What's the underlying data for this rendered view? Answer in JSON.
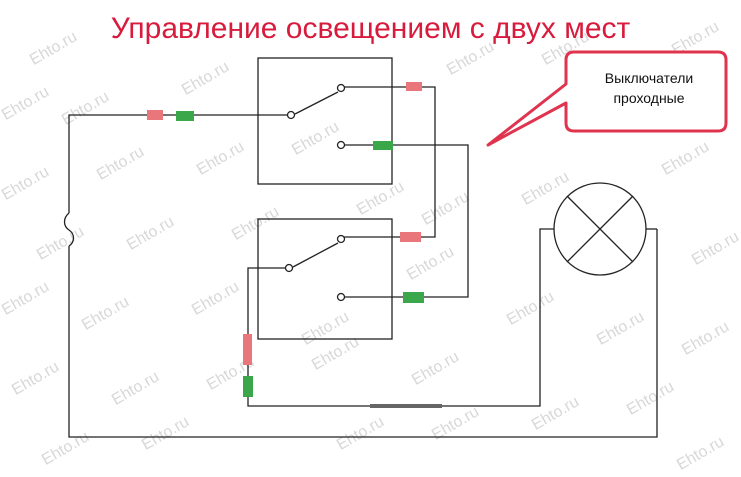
{
  "title": "Управление освещением с двух мест",
  "callout": {
    "line1": "Выключатели",
    "line2": "проходные"
  },
  "watermark": "Ehto.ru",
  "colors": {
    "title": "#d81b3c",
    "callout_border": "#e0334e",
    "wire": "#222222",
    "phase_marker": "#e8767b",
    "neutral_marker": "#3aa84a"
  }
}
